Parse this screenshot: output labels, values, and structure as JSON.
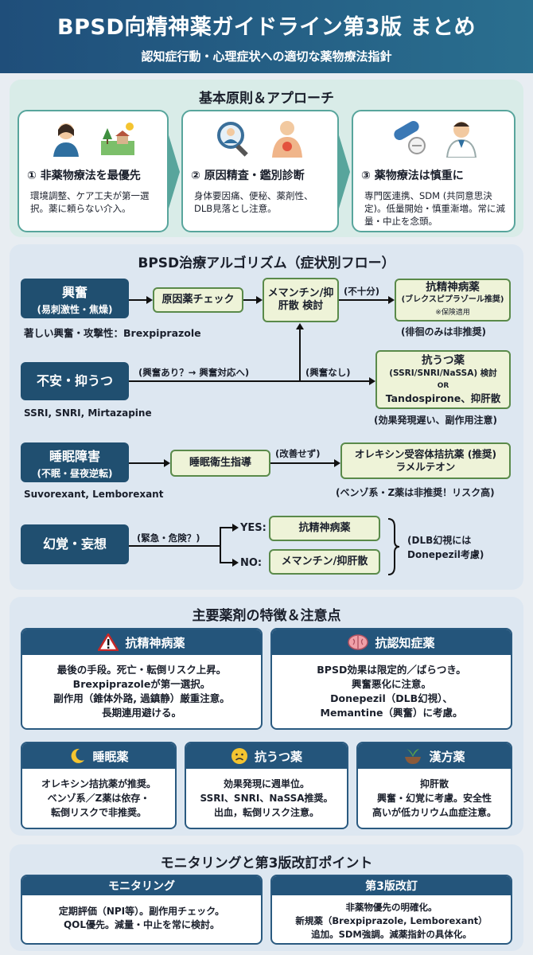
{
  "header": {
    "title": "BPSD向精神薬ガイドライン第3版 まとめ",
    "subtitle": "認知症行動・心理症状への適切な薬物療法指針"
  },
  "principles": {
    "title": "基本原則＆アプローチ",
    "steps": [
      {
        "title": "① 非薬物療法を最優先",
        "desc": "環境調整、ケア工夫が第一選択。薬に頼らない介入。"
      },
      {
        "title": "② 原因精査・鑑別診断",
        "desc": "身体要因痛、便秘、薬剤性、DLB見落とし注意。"
      },
      {
        "title": "③ 薬物療法は慎重に",
        "desc": "専門医連携、SDM (共同意思決定)。低量開始・慎重漸増。常に減量・中止を念頭。"
      }
    ]
  },
  "algorithm": {
    "title": "BPSD治療アルゴリズム（症状別フロー）",
    "agitation": {
      "name": "興奮",
      "sub": "(易刺激性・焦燥)",
      "note": "著しい興奮・攻撃性：Brexpiprazole",
      "check": "原因薬チェック",
      "meman": "メマンチン/抑肝散 検討",
      "insufficient": "(不十分)",
      "anti_title": "抗精神病薬",
      "anti_sub": "(ブレクスピプラゾール推奨)",
      "anti_note": "※保険適用",
      "wander": "(徘徊のみは非推奨)"
    },
    "anxiety": {
      "name": "不安・抑うつ",
      "note": "SSRI, SNRI, Mirtazapine",
      "branch1": "(興奮あり？→ 興奮対応へ)",
      "branch2": "(興奮なし)",
      "ad_title": "抗うつ薬",
      "ad_sub": "(SSRI/SNRI/NaSSA) 検討",
      "ad_or": "OR",
      "ad_alt": "Tandospirone、抑肝散",
      "ad_note": "(効果発現遅い、副作用注意)"
    },
    "sleep": {
      "name": "睡眠障害",
      "sub": "(不眠・昼夜逆転)",
      "note": "Suvorexant, Lemborexant",
      "hygiene": "睡眠衛生指導",
      "noimprove": "(改善せず)",
      "orexin1": "オレキシン受容体拮抗薬 (推奨)",
      "orexin2": "ラメルテオン",
      "benzo": "(ベンゾ系・Z薬は非推奨！リスク高)"
    },
    "halluc": {
      "name": "幻覚・妄想",
      "urgent": "(緊急・危険？)",
      "yes": "YES:",
      "no": "NO:",
      "yes_box": "抗精神病薬",
      "no_box": "メマンチン/抑肝散",
      "dlb1": "(DLB幻視には",
      "dlb2": "Donepezil考慮)"
    }
  },
  "drugs": {
    "title": "主要薬剤の特徴＆注意点",
    "antipsychotic": {
      "title": "抗精神病薬",
      "lines": [
        "最後の手段。死亡・転倒リスク上昇。",
        "Brexpiprazoleが第一選択。",
        "副作用（錐体外路, 過鎮静）厳重注意。",
        "長期連用避ける。"
      ]
    },
    "antidementia": {
      "title": "抗認知症薬",
      "lines": [
        "BPSD効果は限定的／ばらつき。",
        "興奮悪化に注意。",
        "Donepezil（DLB幻視）、",
        "Memantine（興奮）に考慮。"
      ]
    },
    "hypnotic": {
      "title": "睡眠薬",
      "lines": [
        "オレキシン拮抗薬が推奨。",
        "ベンゾ系／Z薬は依存・",
        "転倒リスクで非推奨。"
      ]
    },
    "antidepressant": {
      "title": "抗うつ薬",
      "lines": [
        "効果発現に週単位。",
        "SSRI、SNRI、NaSSA推奨。",
        "出血，転倒リスク注意。"
      ]
    },
    "kampo": {
      "title": "漢方薬",
      "lines": [
        "抑肝散",
        "興奮・幻覚に考慮。安全性",
        "高いが低カリウム血症注意。"
      ]
    }
  },
  "monitoring": {
    "title": "モニタリングと第3版改訂ポイント",
    "monitor": {
      "title": "モニタリング",
      "lines": [
        "定期評価（NPI等）。副作用チェック。",
        "QOL優先。減量・中止を常に検討。"
      ]
    },
    "revision": {
      "title": "第3版改訂",
      "lines": [
        "非薬物優先の明確化。",
        "新規薬（Brexpiprazole, Lemborexant）",
        "追加。SDM強調。減薬指針の具体化。"
      ]
    }
  }
}
